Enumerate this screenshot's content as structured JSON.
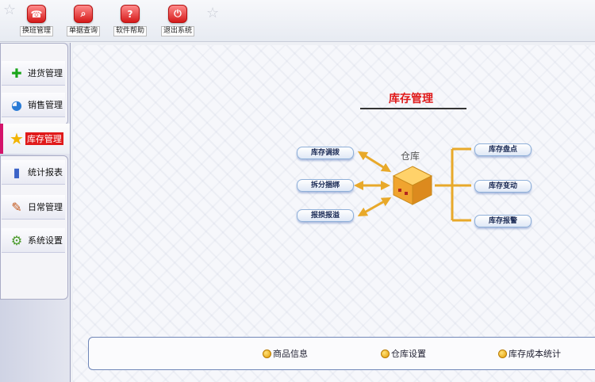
{
  "toolbar": {
    "buttons": [
      {
        "label": "换班管理",
        "icon": "phone-icon",
        "glyph": "☎"
      },
      {
        "label": "单据查询",
        "icon": "magnifier-icon",
        "glyph": "⌕"
      },
      {
        "label": "软件帮助",
        "icon": "help-icon",
        "glyph": "?"
      },
      {
        "label": "退出系统",
        "icon": "power-icon",
        "glyph": "⏻"
      }
    ]
  },
  "nav": {
    "items": [
      {
        "label": "进货管理",
        "icon": "plus-icon",
        "glyph": "✚"
      },
      {
        "label": "销售管理",
        "icon": "pie-chart-icon",
        "glyph": "◕"
      },
      {
        "label": "库存管理",
        "icon": "star-icon",
        "glyph": "★"
      },
      {
        "label": "统计报表",
        "icon": "bar-chart-icon",
        "glyph": "▮"
      },
      {
        "label": "日常管理",
        "icon": "tools-icon",
        "glyph": "✎"
      },
      {
        "label": "系统设置",
        "icon": "gear-icon",
        "glyph": "⚙"
      }
    ],
    "active_index": 2
  },
  "main": {
    "title": "库存管理",
    "center_label": "仓库",
    "left_buttons": [
      "库存调拨",
      "拆分捆绑",
      "报损报溢"
    ],
    "right_buttons": [
      "库存盘点",
      "库存变动",
      "库存报警"
    ]
  },
  "bottom_links": [
    "商品信息",
    "仓库设置",
    "库存成本统计"
  ],
  "colors": {
    "accent_red": "#e01a1a",
    "arrow_orange": "#e8a92a",
    "active_border": "#d4146a",
    "panel_border": "#6f86b8"
  }
}
